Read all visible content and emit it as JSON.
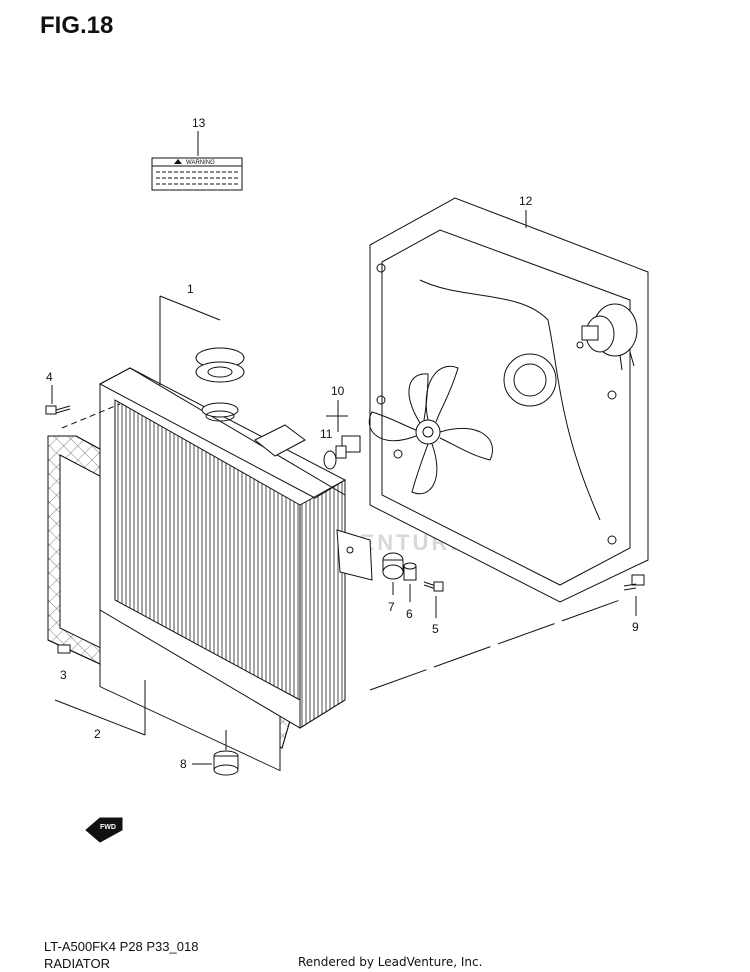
{
  "figure": {
    "title": "FIG.18"
  },
  "callouts": [
    {
      "num": "1"
    },
    {
      "num": "2"
    },
    {
      "num": "3"
    },
    {
      "num": "4"
    },
    {
      "num": "5"
    },
    {
      "num": "6"
    },
    {
      "num": "7"
    },
    {
      "num": "8"
    },
    {
      "num": "9"
    },
    {
      "num": "10"
    },
    {
      "num": "11"
    },
    {
      "num": "12"
    },
    {
      "num": "13"
    }
  ],
  "decal": {
    "text": "WARNING"
  },
  "fwd_arrow": {
    "text": "FWD"
  },
  "watermark": {
    "text": "LEADVENTURE"
  },
  "footer": {
    "model_code": "LT-A500FK4 P28 P33_018",
    "section": "RADIATOR",
    "rendered_by": "Rendered by LeadVenture, Inc."
  },
  "colors": {
    "line": "#111111",
    "background": "#ffffff"
  }
}
